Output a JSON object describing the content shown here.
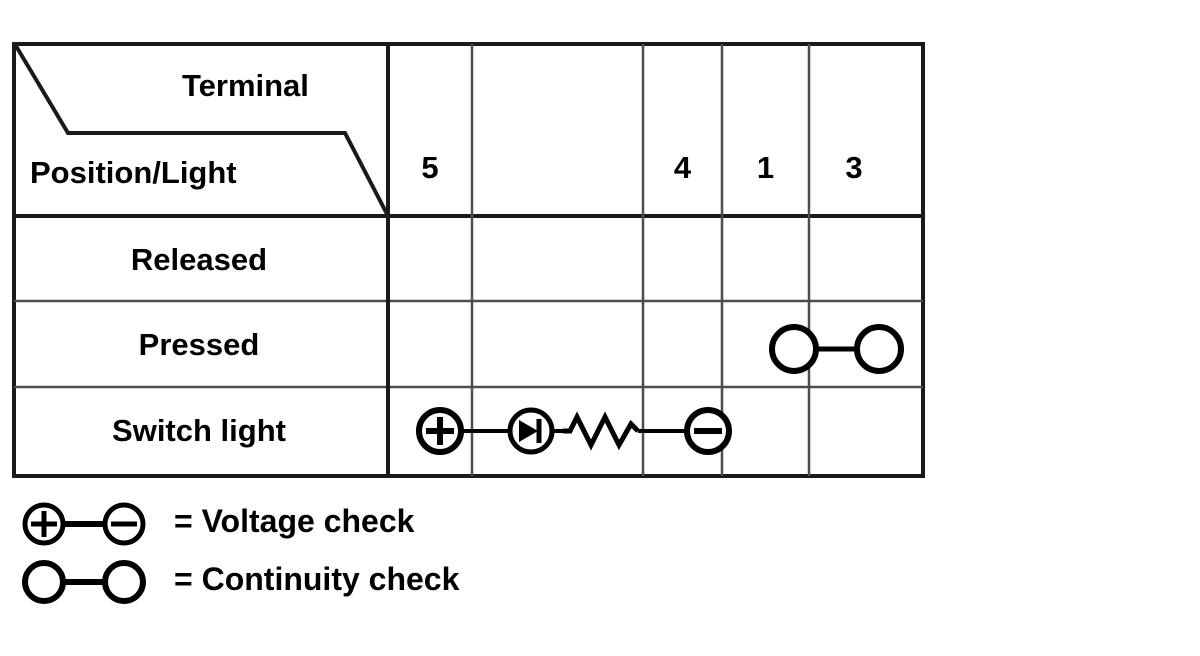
{
  "table": {
    "header": {
      "corner_top_label": "Terminal",
      "corner_bottom_label": "Position/Light",
      "columns": [
        {
          "label": "5"
        },
        {
          "label": ""
        },
        {
          "label": "4"
        },
        {
          "label": "1"
        },
        {
          "label": "3"
        }
      ]
    },
    "rows": [
      {
        "label": "Released",
        "cells": [
          "",
          "",
          "",
          "",
          ""
        ]
      },
      {
        "label": "Pressed",
        "cells": [
          "",
          "",
          "",
          "continuity-check-left",
          "continuity-check-right"
        ]
      },
      {
        "label": "Switch light",
        "cells": [
          "plus-terminal",
          "led-and-resistor",
          "minus-terminal",
          "",
          ""
        ]
      }
    ]
  },
  "legend": {
    "items": [
      {
        "symbol": "plus-minus-pair",
        "text": "= Voltage check"
      },
      {
        "symbol": "circle-circle-pair",
        "text": "= Continuity check"
      }
    ]
  },
  "colors": {
    "ink": "#000000",
    "background": "#ffffff",
    "grid_major": "#1a1a1a",
    "grid_minor": "#4d4d4d"
  }
}
